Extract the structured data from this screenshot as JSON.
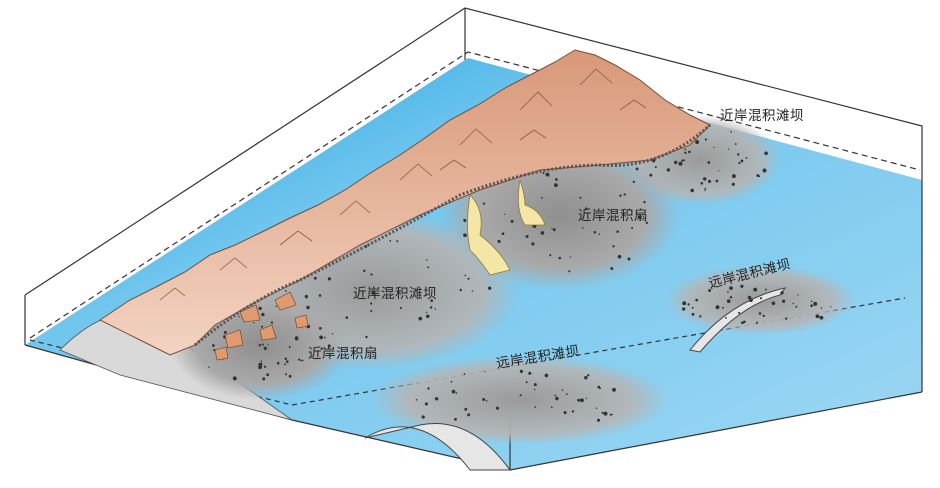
{
  "labels": {
    "nearshore_bar_top_right": "近岸混积滩坝",
    "nearshore_fan_center": "近岸混积扇",
    "nearshore_bar_center": "近岸混积滩坝",
    "nearshore_fan_left": "近岸混积扇",
    "offshore_bar_right": "远岸混积滩坝",
    "offshore_bar_bottom": "远岸混积滩坝"
  },
  "colors": {
    "water": "#8fd2f2",
    "water_deep": "#1fa6e0",
    "sediment": "#9b9b9b",
    "sediment_light": "#c9c9c9",
    "mountain": "#e9b49a",
    "mountain_dark": "#c98a6a",
    "fan": "#f4e6a6",
    "box_edge": "#333333"
  }
}
